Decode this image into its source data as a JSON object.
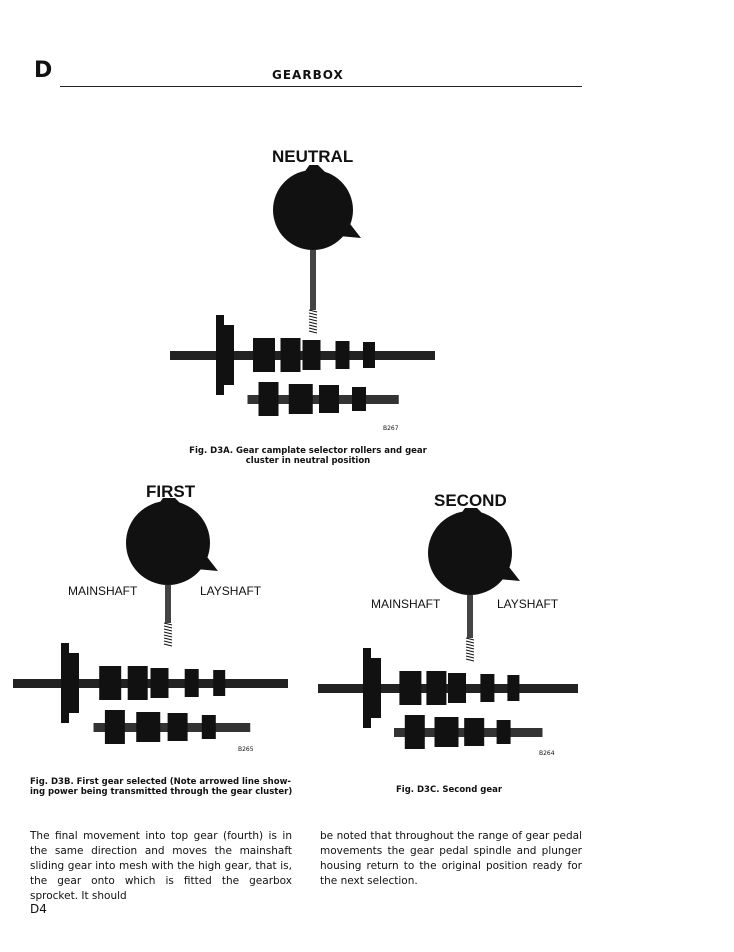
{
  "header": {
    "section_letter": "D",
    "title": "GEARBOX"
  },
  "figures": [
    {
      "id": "D3A",
      "heading": "NEUTRAL",
      "ref": "B267",
      "caption_lines": [
        "Fig. D3A.  Gear camplate selector rollers and gear",
        "cluster in neutral position"
      ]
    },
    {
      "id": "D3B",
      "heading": "FIRST",
      "ref": "B265",
      "left_label": "MAINSHAFT",
      "right_label": "LAYSHAFT",
      "caption_lines": [
        "Fig. D3B.  First gear selected (Note arrowed line show-",
        "ing power being transmitted through the gear cluster)"
      ]
    },
    {
      "id": "D3C",
      "heading": "SECOND",
      "ref": "B264",
      "left_label": "MAINSHAFT",
      "right_label": "LAYSHAFT",
      "caption_lines": [
        "Fig. D3C.  Second gear"
      ]
    }
  ],
  "body": {
    "col1": "The final movement into top gear (fourth) is in the same direction and moves the mainshaft sliding gear into mesh with the high gear, that is, the gear onto which is fitted the gearbox sprocket.  It should",
    "col2": "be noted that throughout the range of gear pedal movements the gear pedal spindle and plunger housing return to the original position ready for the next selection."
  },
  "footer": {
    "page_number": "D4"
  }
}
